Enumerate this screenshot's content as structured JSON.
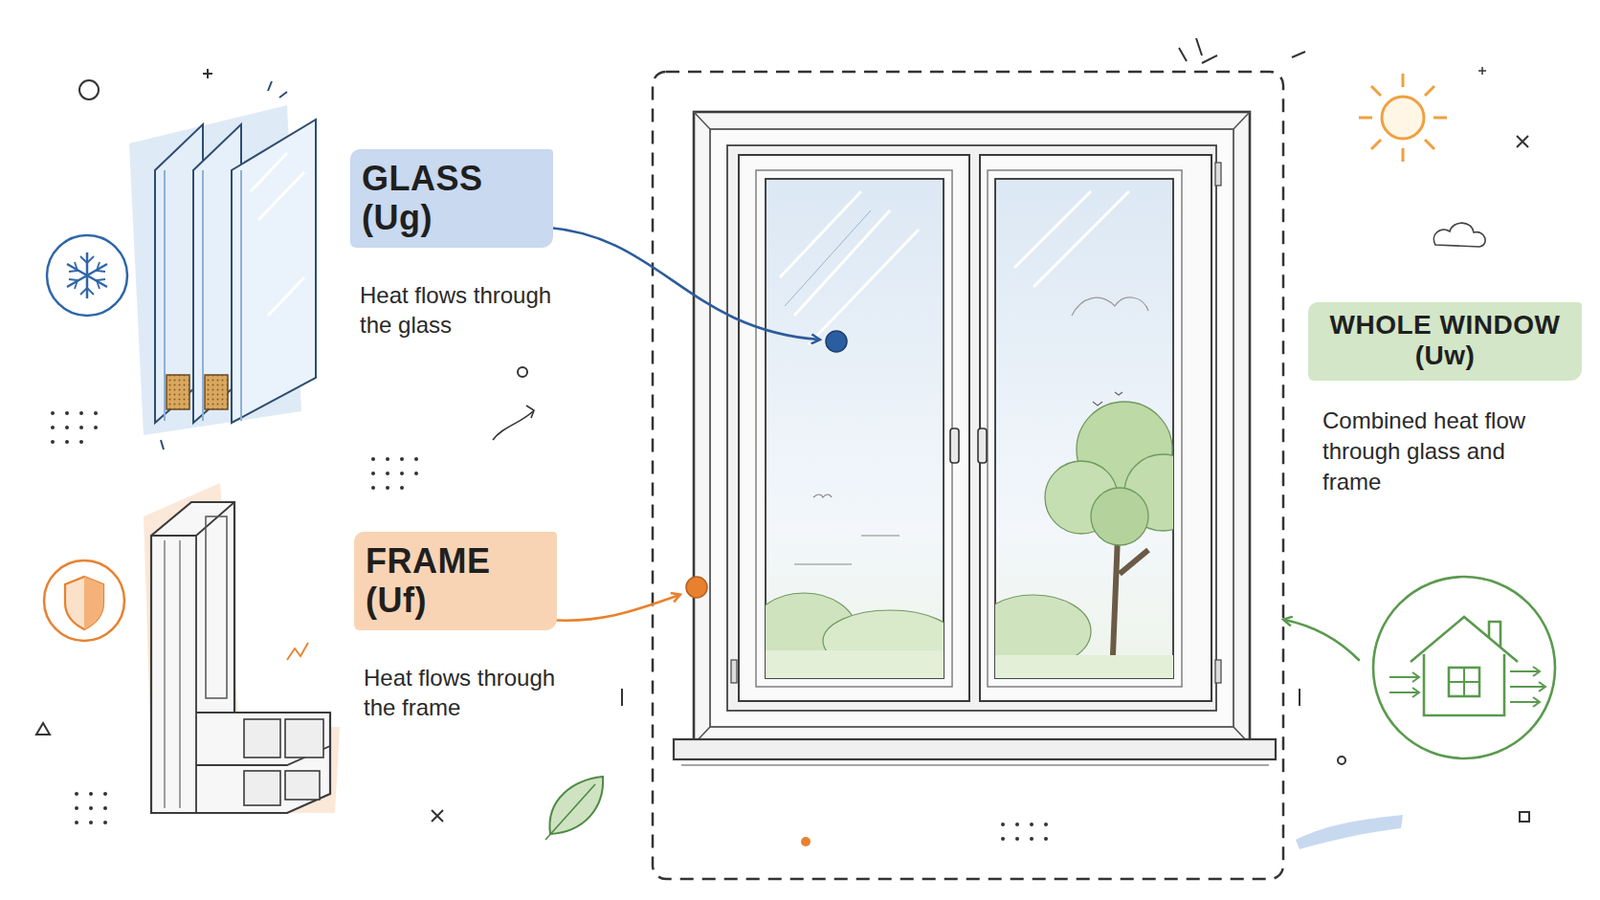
{
  "diagram": {
    "nodes": [
      {
        "text": [
          "GLASS (Ug)",
          "Heat flows through the glass"
        ]
      },
      {
        "text": [
          "FRAME (Uf)",
          "Heat flows through the frame"
        ]
      },
      {
        "text": [
          "WHOLE WINDOW (Uw)",
          "Combined heat flow through glass and frame"
        ]
      }
    ]
  }
}
